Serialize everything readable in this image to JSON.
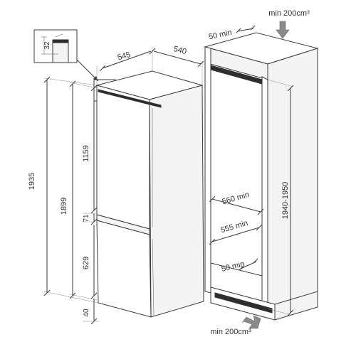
{
  "fridge": {
    "width_label": "545",
    "depth_label": "540",
    "total_height_label": "1935",
    "height_excl_feet_label": "1899",
    "upper_door_label": "1159",
    "gap_label": "71",
    "lower_door_label": "629",
    "feet_label": "40",
    "detail_label": "32"
  },
  "niche": {
    "top_gap_label": "50 min",
    "top_vent_label": "min 200cm³",
    "height_label": "1940-1950",
    "width_label": "560 min",
    "depth_label": "555 min",
    "rear_gap_label": "50 min",
    "bottom_vent_label": "min 200cm³"
  }
}
